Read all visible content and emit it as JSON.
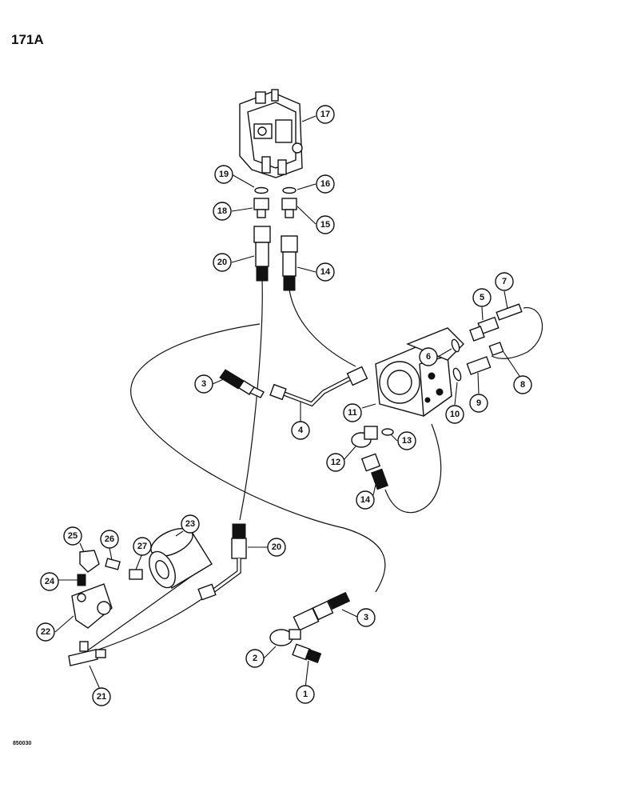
{
  "page": {
    "figure_id": "171A",
    "reference_code": "850030"
  },
  "callouts": [
    {
      "label": "1"
    },
    {
      "label": "2"
    },
    {
      "label": "3"
    },
    {
      "label": "3"
    },
    {
      "label": "4"
    },
    {
      "label": "5"
    },
    {
      "label": "6"
    },
    {
      "label": "7"
    },
    {
      "label": "8"
    },
    {
      "label": "9"
    },
    {
      "label": "10"
    },
    {
      "label": "11"
    },
    {
      "label": "12"
    },
    {
      "label": "13"
    },
    {
      "label": "14"
    },
    {
      "label": "14"
    },
    {
      "label": "15"
    },
    {
      "label": "16"
    },
    {
      "label": "17"
    },
    {
      "label": "18"
    },
    {
      "label": "19"
    },
    {
      "label": "20"
    },
    {
      "label": "20"
    },
    {
      "label": "21"
    },
    {
      "label": "22"
    },
    {
      "label": "23"
    },
    {
      "label": "24"
    },
    {
      "label": "25"
    },
    {
      "label": "26"
    },
    {
      "label": "27"
    }
  ]
}
